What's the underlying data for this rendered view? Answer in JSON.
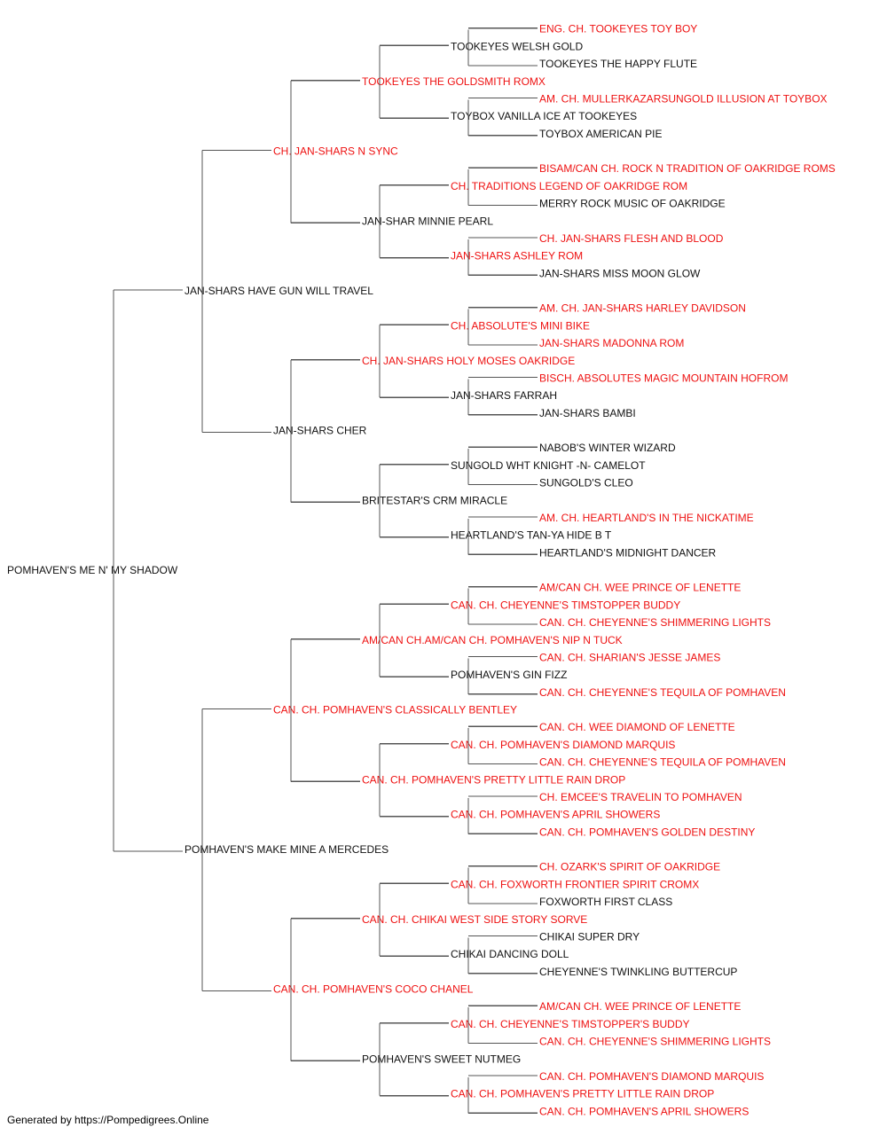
{
  "colors": {
    "champion": "#ee1111",
    "normal": "#111111",
    "connector": "#555555"
  },
  "footer": "Generated by https://Pompedigrees.Online",
  "pedigree": {
    "name": "POMHAVEN'S ME N' MY SHADOW",
    "champion": false,
    "sire": {
      "name": "JAN-SHARS HAVE GUN WILL TRAVEL",
      "champion": false,
      "sire": {
        "name": "CH. JAN-SHARS N SYNC",
        "champion": true,
        "sire": {
          "name": "TOOKEYES THE GOLDSMITH ROMX",
          "champion": true,
          "sire": {
            "name": "TOOKEYES WELSH GOLD",
            "champion": false,
            "sire": {
              "name": "ENG. CH. TOOKEYES TOY BOY",
              "champion": true
            },
            "dam": {
              "name": "TOOKEYES THE HAPPY FLUTE",
              "champion": false
            }
          },
          "dam": {
            "name": "TOYBOX VANILLA ICE AT TOOKEYES",
            "champion": false,
            "sire": {
              "name": "AM. CH. MULLERKAZARSUNGOLD ILLUSION AT TOYBOX",
              "champion": true
            },
            "dam": {
              "name": "TOYBOX AMERICAN PIE",
              "champion": false
            }
          }
        },
        "dam": {
          "name": "JAN-SHAR MINNIE PEARL",
          "champion": false,
          "sire": {
            "name": "CH. TRADITIONS LEGEND OF OAKRIDGE ROM",
            "champion": true,
            "sire": {
              "name": "BISAM/CAN CH. ROCK N TRADITION OF OAKRIDGE ROMS",
              "champion": true
            },
            "dam": {
              "name": "MERRY ROCK MUSIC OF OAKRIDGE",
              "champion": false
            }
          },
          "dam": {
            "name": "JAN-SHARS ASHLEY ROM",
            "champion": true,
            "sire": {
              "name": "CH. JAN-SHARS FLESH AND BLOOD",
              "champion": true
            },
            "dam": {
              "name": "JAN-SHARS MISS MOON GLOW",
              "champion": false
            }
          }
        }
      },
      "dam": {
        "name": "JAN-SHARS CHER",
        "champion": false,
        "sire": {
          "name": "CH. JAN-SHARS HOLY MOSES OAKRIDGE",
          "champion": true,
          "sire": {
            "name": "CH. ABSOLUTE'S MINI BIKE",
            "champion": true,
            "sire": {
              "name": "AM. CH. JAN-SHARS HARLEY DAVIDSON",
              "champion": true
            },
            "dam": {
              "name": "JAN-SHARS MADONNA ROM",
              "champion": true
            }
          },
          "dam": {
            "name": "JAN-SHARS FARRAH",
            "champion": false,
            "sire": {
              "name": "BISCH. ABSOLUTES MAGIC MOUNTAIN HOFROM",
              "champion": true
            },
            "dam": {
              "name": "JAN-SHARS BAMBI",
              "champion": false
            }
          }
        },
        "dam": {
          "name": "BRITESTAR'S CRM MIRACLE",
          "champion": false,
          "sire": {
            "name": "SUNGOLD WHT KNIGHT -N- CAMELOT",
            "champion": false,
            "sire": {
              "name": "NABOB'S WINTER WIZARD",
              "champion": false
            },
            "dam": {
              "name": "SUNGOLD'S CLEO",
              "champion": false
            }
          },
          "dam": {
            "name": "HEARTLAND'S TAN-YA HIDE B T",
            "champion": false,
            "sire": {
              "name": "AM. CH. HEARTLAND'S IN THE NICKATIME",
              "champion": true
            },
            "dam": {
              "name": "HEARTLAND'S MIDNIGHT DANCER",
              "champion": false
            }
          }
        }
      }
    },
    "dam": {
      "name": "POMHAVEN'S MAKE MINE A MERCEDES",
      "champion": false,
      "sire": {
        "name": "CAN. CH. POMHAVEN'S CLASSICALLY BENTLEY",
        "champion": true,
        "sire": {
          "name": "AM/CAN CH.AM/CAN CH. POMHAVEN'S NIP N TUCK",
          "champion": true,
          "sire": {
            "name": "CAN. CH. CHEYENNE'S TIMSTOPPER BUDDY",
            "champion": true,
            "sire": {
              "name": "AM/CAN CH. WEE PRINCE OF LENETTE",
              "champion": true
            },
            "dam": {
              "name": "CAN. CH. CHEYENNE'S SHIMMERING LIGHTS",
              "champion": true
            }
          },
          "dam": {
            "name": "POMHAVEN'S GIN FIZZ",
            "champion": false,
            "sire": {
              "name": "CAN. CH. SHARIAN'S JESSE JAMES",
              "champion": true
            },
            "dam": {
              "name": "CAN. CH. CHEYENNE'S TEQUILA OF POMHAVEN",
              "champion": true
            }
          }
        },
        "dam": {
          "name": "CAN. CH. POMHAVEN'S PRETTY LITTLE RAIN DROP",
          "champion": true,
          "sire": {
            "name": "CAN. CH. POMHAVEN'S DIAMOND MARQUIS",
            "champion": true,
            "sire": {
              "name": "CAN. CH. WEE DIAMOND OF LENETTE",
              "champion": true
            },
            "dam": {
              "name": "CAN. CH. CHEYENNE'S TEQUILA OF POMHAVEN",
              "champion": true
            }
          },
          "dam": {
            "name": "CAN. CH. POMHAVEN'S APRIL SHOWERS",
            "champion": true,
            "sire": {
              "name": "CH. EMCEE'S TRAVELIN TO POMHAVEN",
              "champion": true
            },
            "dam": {
              "name": "CAN. CH. POMHAVEN'S GOLDEN DESTINY",
              "champion": true
            }
          }
        }
      },
      "dam": {
        "name": "CAN. CH. POMHAVEN'S COCO CHANEL",
        "champion": true,
        "sire": {
          "name": "CAN. CH. CHIKAI WEST SIDE STORY SORVE",
          "champion": true,
          "sire": {
            "name": "CAN. CH. FOXWORTH FRONTIER SPIRIT CROMX",
            "champion": true,
            "sire": {
              "name": "CH. OZARK'S SPIRIT OF OAKRIDGE",
              "champion": true
            },
            "dam": {
              "name": "FOXWORTH FIRST CLASS",
              "champion": false
            }
          },
          "dam": {
            "name": "CHIKAI DANCING DOLL",
            "champion": false,
            "sire": {
              "name": "CHIKAI SUPER DRY",
              "champion": false
            },
            "dam": {
              "name": "CHEYENNE'S TWINKLING BUTTERCUP",
              "champion": false
            }
          }
        },
        "dam": {
          "name": "POMHAVEN'S SWEET NUTMEG",
          "champion": false,
          "sire": {
            "name": "CAN. CH. CHEYENNE'S TIMSTOPPER'S BUDDY",
            "champion": true,
            "sire": {
              "name": "AM/CAN CH. WEE PRINCE OF LENETTE",
              "champion": true
            },
            "dam": {
              "name": "CAN. CH. CHEYENNE'S SHIMMERING LIGHTS",
              "champion": true
            }
          },
          "dam": {
            "name": "CAN. CH. POMHAVEN'S PRETTY LITTLE RAIN DROP",
            "champion": true,
            "sire": {
              "name": "CAN. CH. POMHAVEN'S DIAMOND MARQUIS",
              "champion": true
            },
            "dam": {
              "name": "CAN. CH. POMHAVEN'S APRIL SHOWERS",
              "champion": true
            }
          }
        }
      }
    }
  }
}
